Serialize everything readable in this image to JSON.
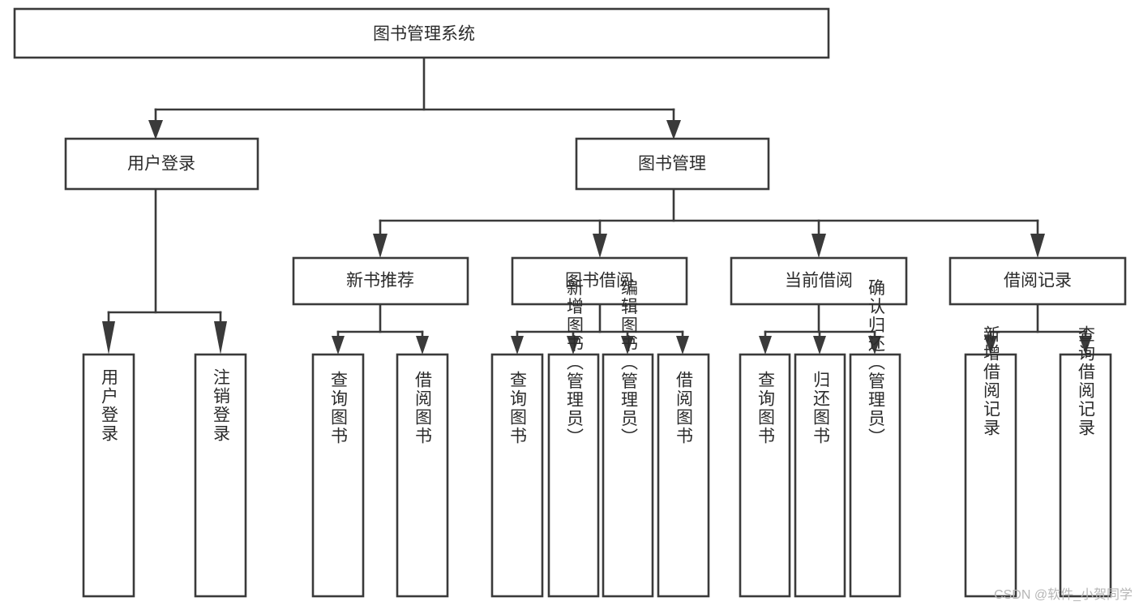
{
  "diagram": {
    "type": "tree-hierarchy-chart",
    "title_node": {
      "label": "图书管理系统"
    },
    "level2": [
      {
        "id": "user-login",
        "label": "用户登录"
      },
      {
        "id": "book-management",
        "label": "图书管理"
      }
    ],
    "level3": [
      {
        "id": "new-book-recommend",
        "label": "新书推荐"
      },
      {
        "id": "book-borrow",
        "label": "图书借阅"
      },
      {
        "id": "current-borrow",
        "label": "当前借阅"
      },
      {
        "id": "borrow-record",
        "label": "借阅记录"
      }
    ],
    "leaves": {
      "user_login": [
        {
          "id": "leaf-user-login",
          "label": "用户登录"
        },
        {
          "id": "leaf-logout-login",
          "label": "注销登录"
        }
      ],
      "new_book_recommend": [
        {
          "id": "leaf-query-book-1",
          "label": "查询图书"
        },
        {
          "id": "leaf-borrow-book-1",
          "label": "借阅图书"
        }
      ],
      "book_borrow": [
        {
          "id": "leaf-query-book-2",
          "label": "查询图书"
        },
        {
          "id": "leaf-add-book-admin",
          "label": "新增图书（管理员）"
        },
        {
          "id": "leaf-edit-book-admin",
          "label": "编辑图书（管理员）"
        },
        {
          "id": "leaf-borrow-book-2",
          "label": "借阅图书"
        }
      ],
      "current_borrow": [
        {
          "id": "leaf-query-book-3",
          "label": "查询图书"
        },
        {
          "id": "leaf-return-book",
          "label": "归还图书"
        },
        {
          "id": "leaf-confirm-return-admin",
          "label": "确认归还（管理员）"
        }
      ],
      "borrow_record": [
        {
          "id": "leaf-add-borrow-record",
          "label": "新增借阅记录"
        },
        {
          "id": "leaf-query-borrow-record",
          "label": "查询借阅记录"
        }
      ]
    },
    "colors": {
      "stroke": "#3a3a3a",
      "box_fill": "#ffffff",
      "text": "#2b2b2b",
      "background": "#ffffff",
      "watermark": "#b6b6b6"
    }
  },
  "watermark": {
    "text": "CSDN @软件_小贺同学"
  }
}
